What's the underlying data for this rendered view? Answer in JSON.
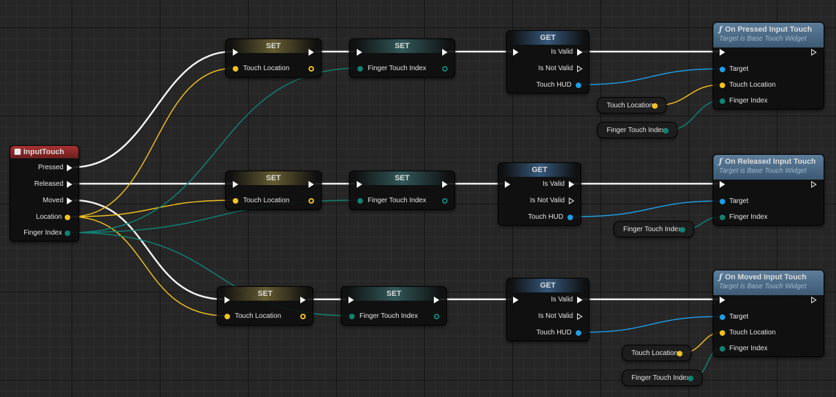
{
  "colors": {
    "exec": "#f4f4f4",
    "vector": "#f4c31c",
    "integer": "#108373",
    "object": "#1d9fe6",
    "event_header": "#a73232",
    "function_header": "#3d5a74"
  },
  "event_node": {
    "title": "InputTouch",
    "pins": [
      "Pressed",
      "Released",
      "Moved",
      "Location",
      "Finger Index"
    ]
  },
  "set_node_title": "SET",
  "get_node_title": "GET",
  "set_location_label": "Touch Location",
  "set_finger_label": "Finger Touch Index",
  "get_pins": [
    "Is Valid",
    "Is Not Valid",
    "Touch HUD"
  ],
  "functions": [
    {
      "title": "On Pressed Input Touch",
      "subtitle": "Target is Base Touch Widget",
      "pins": [
        "Target",
        "Touch Location",
        "Finger Index"
      ]
    },
    {
      "title": "On Released Input Touch",
      "subtitle": "Target is Base Touch Widget",
      "pins": [
        "Target",
        "Finger Index"
      ]
    },
    {
      "title": "On Moved Input Touch",
      "subtitle": "Target is Base Touch Widget",
      "pins": [
        "Target",
        "Touch Location",
        "Finger Index"
      ]
    }
  ],
  "variable_getters": {
    "touch_location": "Touch Location",
    "finger_touch_index": "Finger Touch Index"
  }
}
